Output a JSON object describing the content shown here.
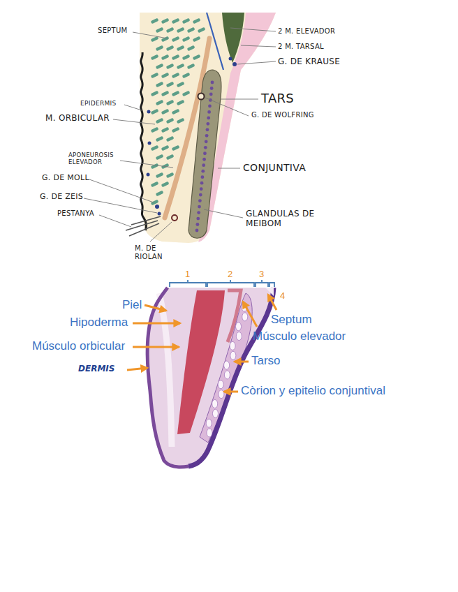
{
  "diagram": {
    "labels": [
      "SEPTUM",
      "EPIDERMIS",
      "M. ORBICULAR",
      "APONEUROSIS ELEVADOR",
      "G. DE MOLL",
      "G. DE ZEIS",
      "PESTANYA",
      "M. DE RIOLAN",
      "2 M. ELEVADOR",
      "2 M. TARSAL",
      "G. DE KRAUSE",
      "TARS",
      "G. DE WOLFRING",
      "CONJUNTIVA",
      "GLANDULAS DE MEIBOM",
      "1",
      "2",
      "3",
      "4",
      "Piel",
      "Hipoderma",
      "Músculo orbicular",
      "DERMIS",
      "Septum",
      "Músculo elevador",
      "Tarso",
      "Còrion y epitelio conjuntival"
    ]
  }
}
